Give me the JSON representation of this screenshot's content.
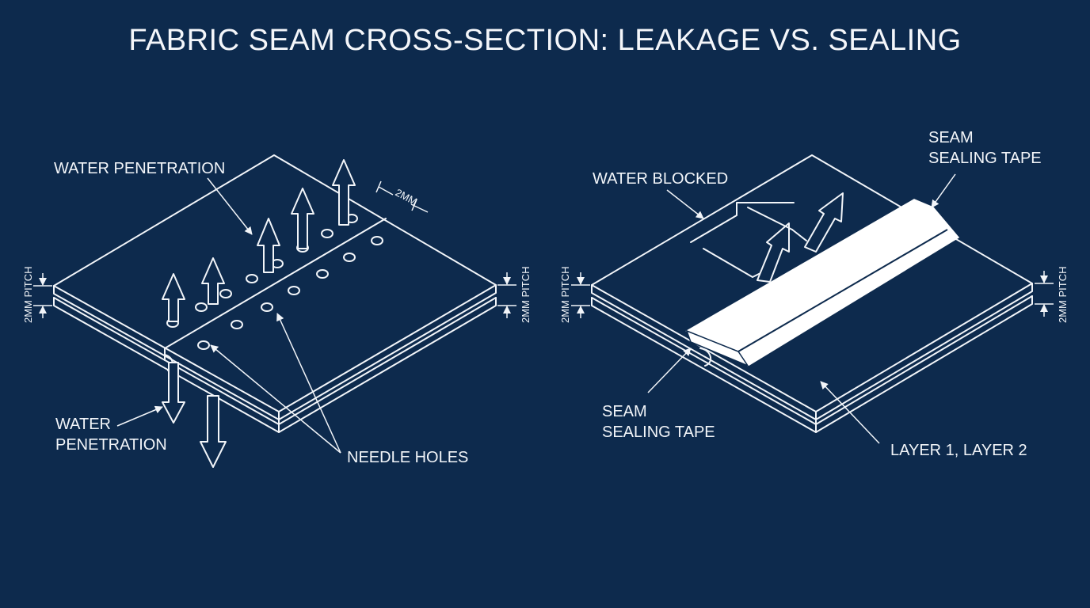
{
  "title": "FABRIC SEAM CROSS-SECTION: LEAKAGE VS. SEALING",
  "left_panel": {
    "label_water_top": "WATER PENETRATION",
    "label_water_bottom_1": "WATER",
    "label_water_bottom_2": "PENETRATION",
    "label_needle_holes": "NEEDLE HOLES",
    "hole_spacing": "2MM",
    "pitch_left": "2MM PITCH",
    "pitch_right": "2MM PITCH"
  },
  "right_panel": {
    "label_water_blocked": "WATER BLOCKED",
    "label_tape_top_1": "SEAM",
    "label_tape_top_2": "SEALING TAPE",
    "label_tape_bottom_1": "SEAM",
    "label_tape_bottom_2": "SEALING TAPE",
    "label_layers": "LAYER 1, LAYER 2",
    "pitch_left": "2MM PITCH",
    "pitch_right": "2MM PITCH"
  },
  "colors": {
    "background": "#0d2a4d",
    "line": "#f2f5f9",
    "tape": "#ffffff"
  }
}
